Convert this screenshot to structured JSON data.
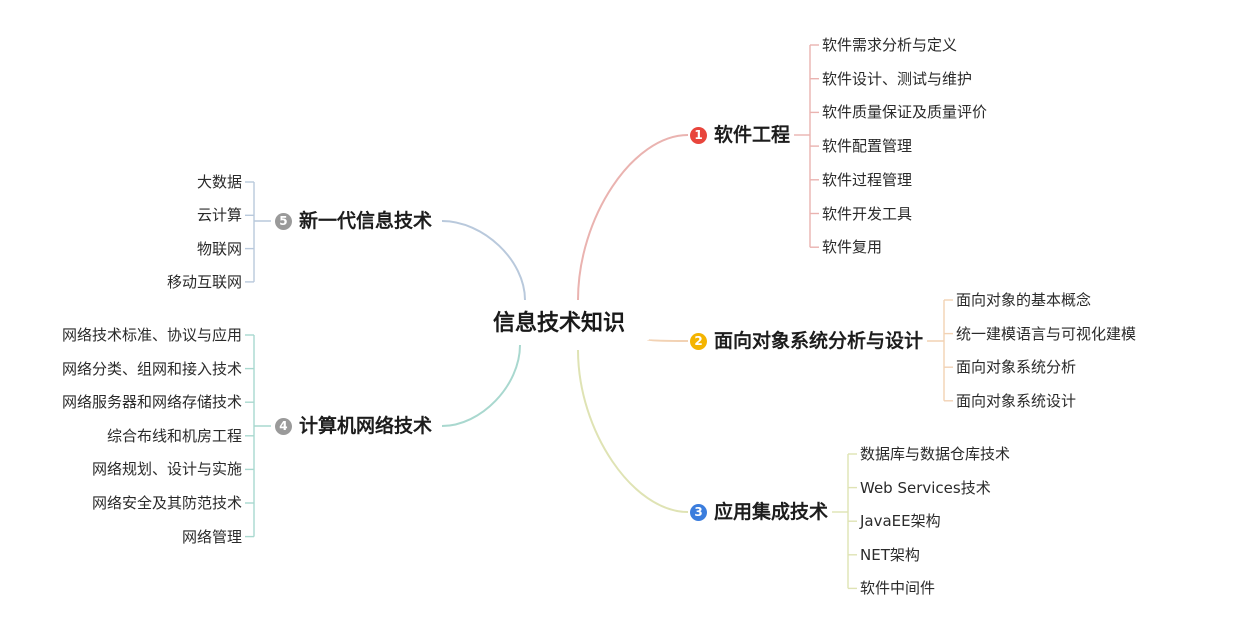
{
  "root": "信息技术知识",
  "branches": [
    {
      "num": "1",
      "title": "软件工程",
      "color": "#e8453c",
      "line": "#eab3b0",
      "items": [
        "软件需求分析与定义",
        "软件设计、测试与维护",
        "软件质量保证及质量评价",
        "软件配置管理",
        "软件过程管理",
        "软件开发工具",
        "软件复用"
      ]
    },
    {
      "num": "2",
      "title": "面向对象系统分析与设计",
      "color": "#f4b400",
      "line": "#f2d2b4",
      "items": [
        "面向对象的基本概念",
        "统一建模语言与可视化建模",
        "面向对象系统分析",
        "面向对象系统设计"
      ]
    },
    {
      "num": "3",
      "title": "应用集成技术",
      "color": "#3b7ddd",
      "line": "#dfe3b4",
      "items": [
        "数据库与数据仓库技术",
        "Web Services技术",
        "JavaEE架构",
        "NET架构",
        "软件中间件"
      ]
    },
    {
      "num": "4",
      "title": "计算机网络技术",
      "color": "#9a9a9a",
      "line": "#a9d8cf",
      "items": [
        "网络技术标准、协议与应用",
        "网络分类、组网和接入技术",
        "网络服务器和网络存储技术",
        "综合布线和机房工程",
        "网络规划、设计与实施",
        "网络安全及其防范技术",
        "网络管理"
      ]
    },
    {
      "num": "5",
      "title": "新一代信息技术",
      "color": "#9a9a9a",
      "line": "#b9c9dc",
      "items": [
        "大数据",
        "云计算",
        "物联网",
        "移动互联网"
      ]
    }
  ]
}
